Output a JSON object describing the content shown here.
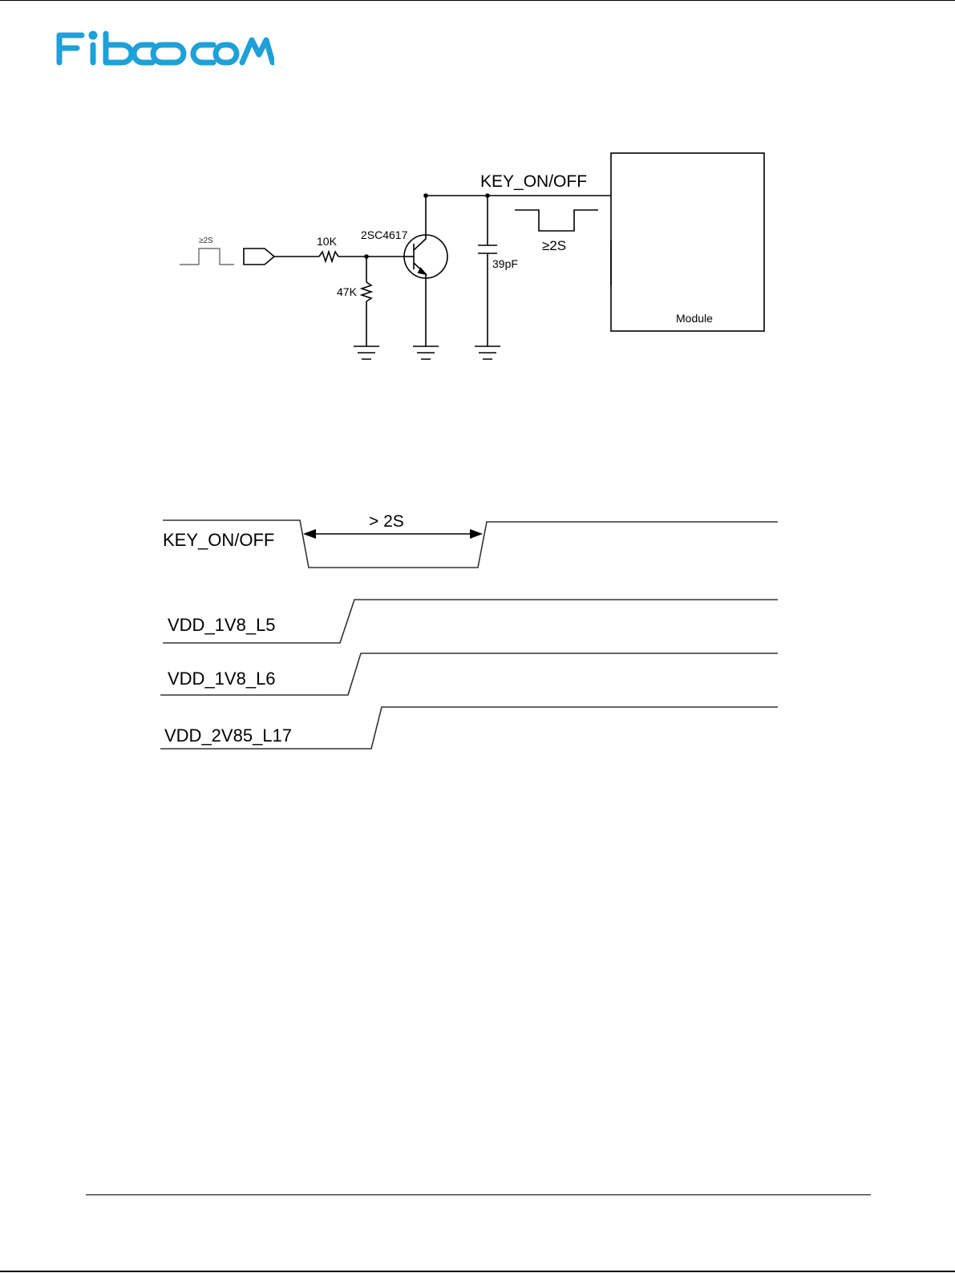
{
  "header": {
    "logo_text": "FIBOCOM",
    "brand_color": "#1ea0d8"
  },
  "circuit": {
    "input_pulse_label": "≥2S",
    "r1_label": "10K",
    "r2_label": "47K",
    "transistor_label": "2SC4617",
    "capacitor_label": "39pF",
    "net_label": "KEY_ON/OFF",
    "pulse_label": "≥2S",
    "module_label": "Module"
  },
  "timing": {
    "duration_label": "> 2S",
    "signals": [
      {
        "name": "KEY_ON/OFF"
      },
      {
        "name": "VDD_1V8_L5"
      },
      {
        "name": "VDD_1V8_L6"
      },
      {
        "name": "VDD_2V85_L17"
      }
    ]
  }
}
